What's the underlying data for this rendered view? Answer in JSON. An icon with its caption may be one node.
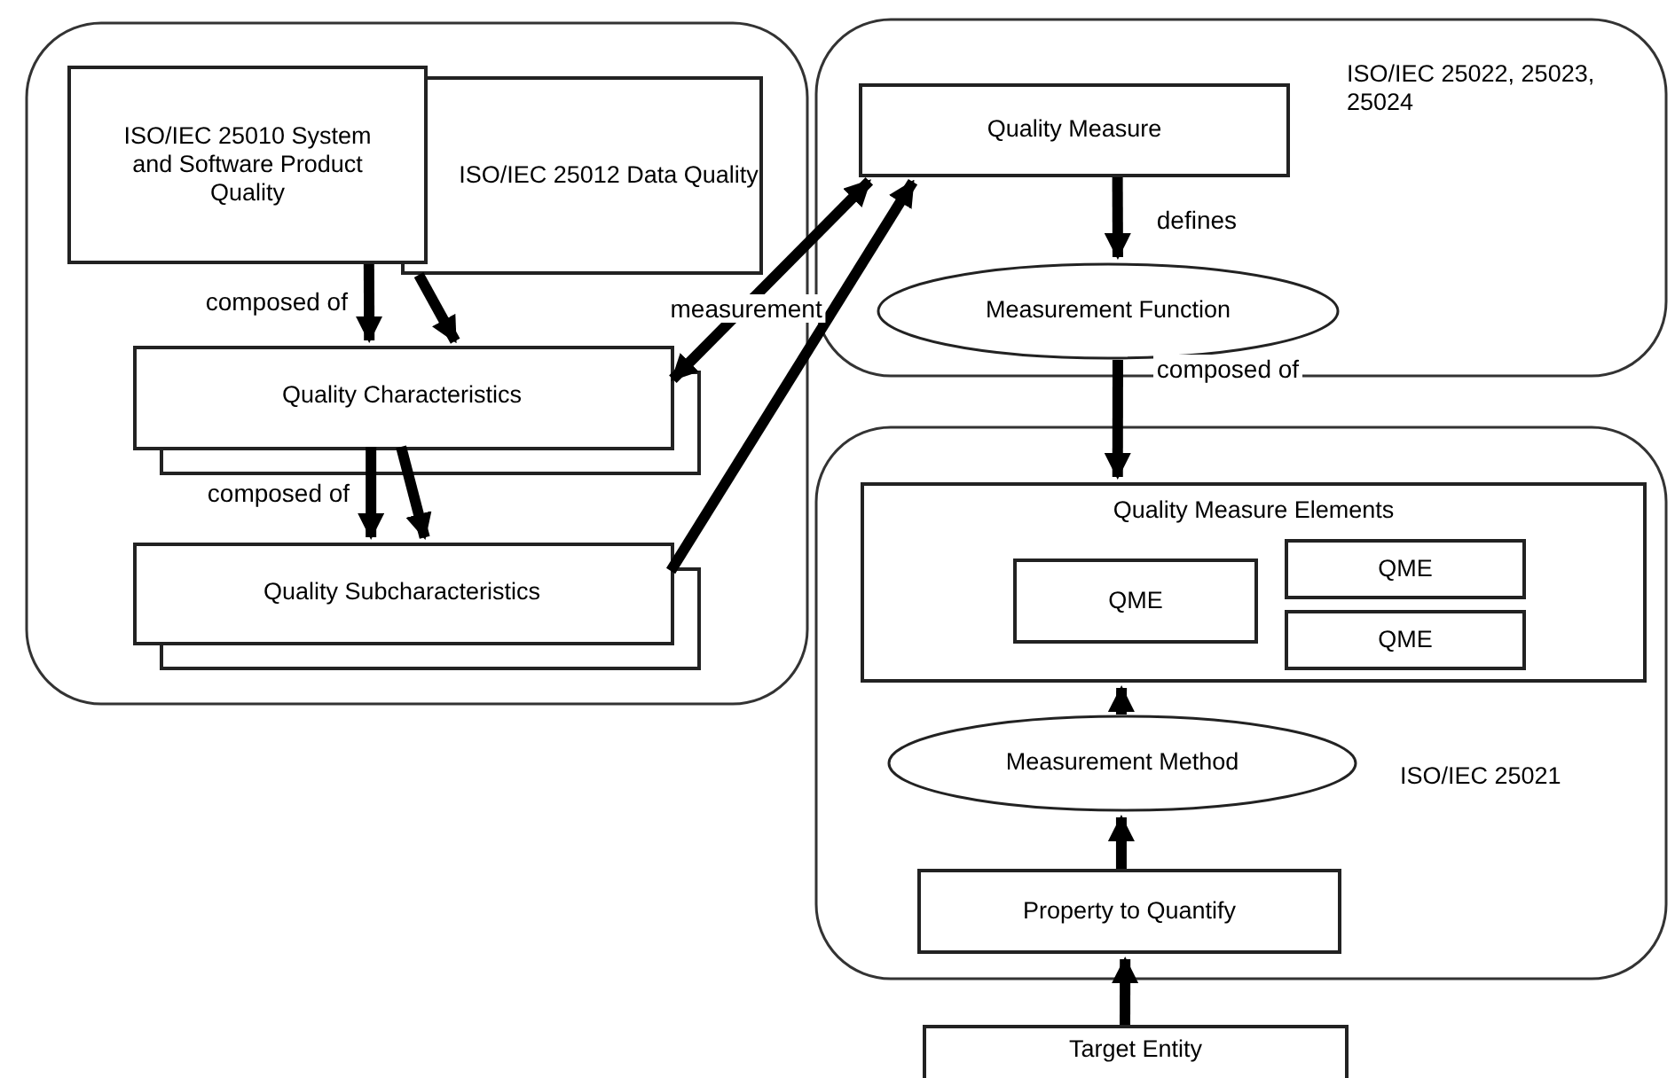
{
  "diagram": {
    "nodes": [
      {
        "text": [],
        "shape": "box"
      },
      {
        "text": [
          "ISO/IEC 25010 System and Software Product Quality"
        ],
        "in": 0
      },
      {
        "text": [
          "ISO/IEC 25012 Data Quality"
        ],
        "in": 0
      },
      {
        "text": [
          "Quality Characteristics"
        ],
        "in": 0
      },
      {
        "text": [
          "Quality Subcharacteristics"
        ],
        "in": 0
      },
      {
        "text": [
          "ISO/IEC 25022, 25023, 25024"
        ]
      },
      {
        "text": [
          "Quality Measure"
        ],
        "in": 5
      },
      {
        "text": [
          "Measurement Function"
        ],
        "in": 5
      },
      {
        "text": [
          "ISO/IEC 25021"
        ]
      },
      {
        "text": [
          "Quality Measure Elements"
        ],
        "in": 8
      },
      {
        "text": [
          "QME"
        ],
        "in": 9
      },
      {
        "text": [
          "QME"
        ],
        "in": 9
      },
      {
        "text": [
          "QME"
        ],
        "in": 9
      },
      {
        "text": [
          "Measurement Method"
        ],
        "in": 8
      },
      {
        "text": [
          "Property to Quantify"
        ],
        "in": 8
      },
      {
        "text": [
          "Target Entity"
        ]
      }
    ],
    "edges": [
      {
        "from": 1,
        "to": 3,
        "arrow": "to",
        "label": "composed of"
      },
      {
        "from": 2,
        "to": 3,
        "arrow": "to"
      },
      {
        "from": 3,
        "to": 4,
        "arrow": "to",
        "label": "composed of"
      },
      {
        "from": 3,
        "to": 4,
        "arrow": "to"
      },
      {
        "from": 3,
        "to": 6,
        "arrow": "both",
        "label": "measurement"
      },
      {
        "from": 4,
        "to": 6,
        "arrow": "to"
      },
      {
        "from": 6,
        "to": 7,
        "arrow": "to",
        "label": "defines"
      },
      {
        "from": 7,
        "to": 9,
        "arrow": "to",
        "label": "composed of"
      },
      {
        "from": 13,
        "to": 9,
        "arrow": "to"
      },
      {
        "from": 14,
        "to": 13,
        "arrow": "to"
      },
      {
        "from": 15,
        "to": 14,
        "arrow": "to"
      }
    ]
  }
}
